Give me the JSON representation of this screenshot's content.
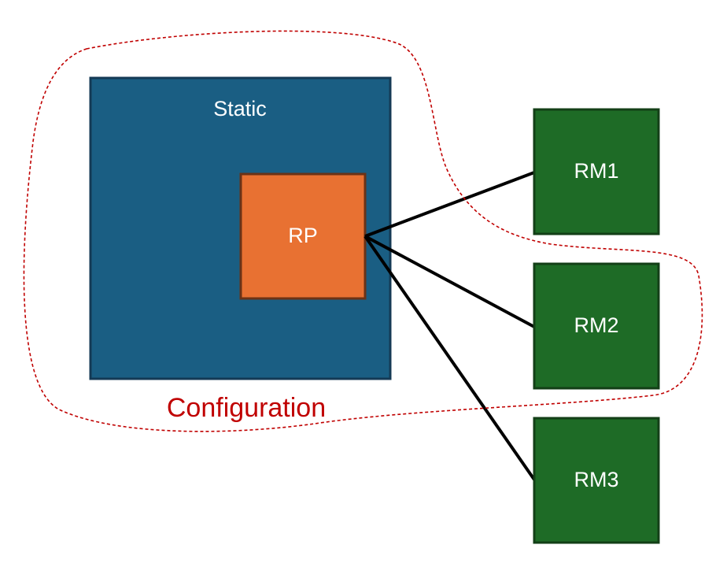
{
  "diagram": {
    "static_label": "Static",
    "rp_label": "RP",
    "rm1_label": "RM1",
    "rm2_label": "RM2",
    "rm3_label": "RM3",
    "configuration_label": "Configuration"
  },
  "colors": {
    "static_fill": "#1a5e83",
    "static_stroke": "#143a55",
    "rp_fill": "#e87132",
    "rp_stroke": "#6b3216",
    "rm_fill": "#1e6b26",
    "rm_stroke": "#133f17",
    "connector": "#000000",
    "configuration": "#c00000"
  }
}
